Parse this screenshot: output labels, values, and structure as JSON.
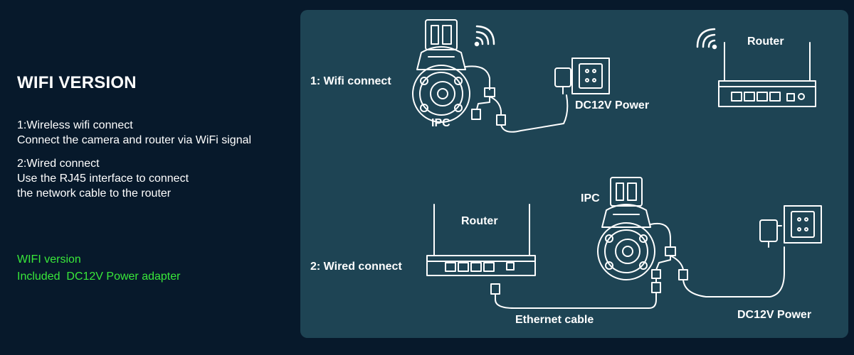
{
  "left": {
    "title": "WIFI VERSION",
    "item1_title": "1:Wireless wifi connect",
    "item1_desc": "Connect the camera and router via WiFi signal",
    "item2_title": "2:Wired connect",
    "item2_desc_line1": "Use the RJ45 interface to connect",
    "item2_desc_line2": " the network cable to the router",
    "green_line1": "WIFI version",
    "green_line2": "Included  DC12V Power adapter"
  },
  "diagram": {
    "wifi_connect_label": "1:  Wifi connect",
    "wired_connect_label": "2:  Wired connect",
    "ipc_label_top": "IPC",
    "ipc_label_bottom": "IPC",
    "power_label_top": "DC12V Power",
    "power_label_bottom": "DC12V Power",
    "router_label_top": "Router",
    "router_label_bottom": "Router",
    "ethernet_label": "Ethernet cable"
  },
  "colors": {
    "background": "#07192b",
    "panel": "#1e4454",
    "accent_green": "#39e83a"
  }
}
